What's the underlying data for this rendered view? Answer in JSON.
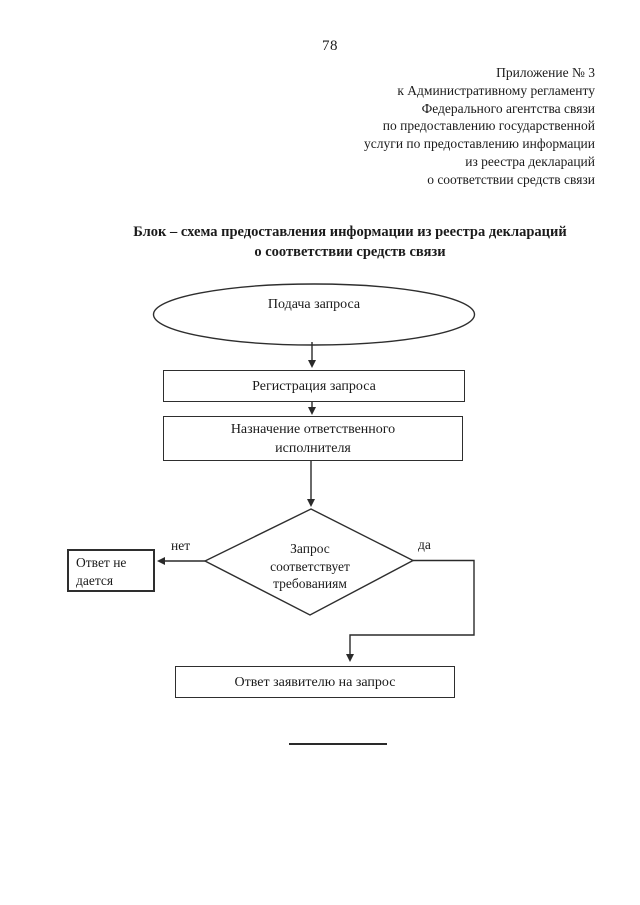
{
  "page": {
    "number": "78"
  },
  "annex": {
    "lines": [
      "Приложение № 3",
      "к Административному регламенту",
      "Федерального агентства связи",
      "по предоставлению государственной",
      "услуги по предоставлению информации",
      "из реестра деклараций",
      "о соответствии средств связи"
    ]
  },
  "title": {
    "line1": "Блок – схема предоставления информации из реестра деклараций",
    "line2": "о соответствии средств связи"
  },
  "flowchart": {
    "start": "Подача запроса",
    "registration": "Регистрация запроса",
    "assignment": [
      "Назначение ответственного",
      "исполнителя"
    ],
    "decision": [
      "Запрос",
      "соответствует",
      "требованиям"
    ],
    "no_answer": [
      "Ответ не",
      "дается"
    ],
    "answer": "Ответ заявителю на запрос",
    "labels": {
      "no": "нет",
      "yes": "да"
    }
  }
}
